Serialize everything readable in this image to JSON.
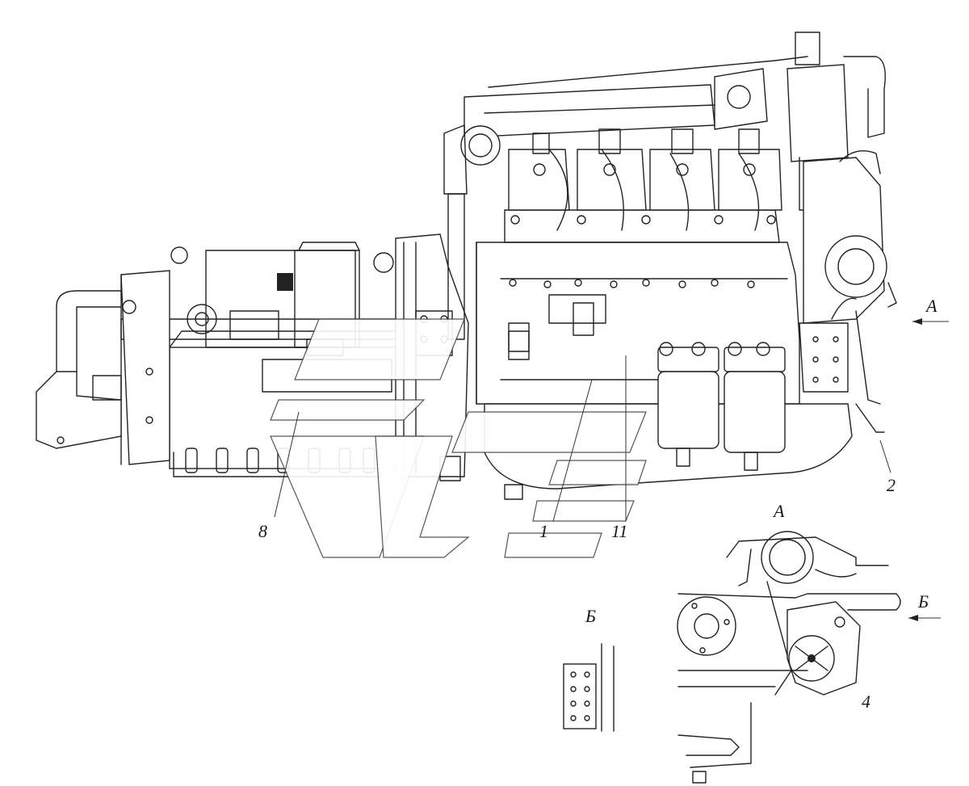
{
  "callouts": {
    "c1": "1",
    "c2": "2",
    "c4": "4",
    "c8": "8",
    "c11": "11"
  },
  "views": {
    "a_arrow": "А",
    "a_title": "А",
    "b_arrow": "Б",
    "b_title": "Б"
  }
}
